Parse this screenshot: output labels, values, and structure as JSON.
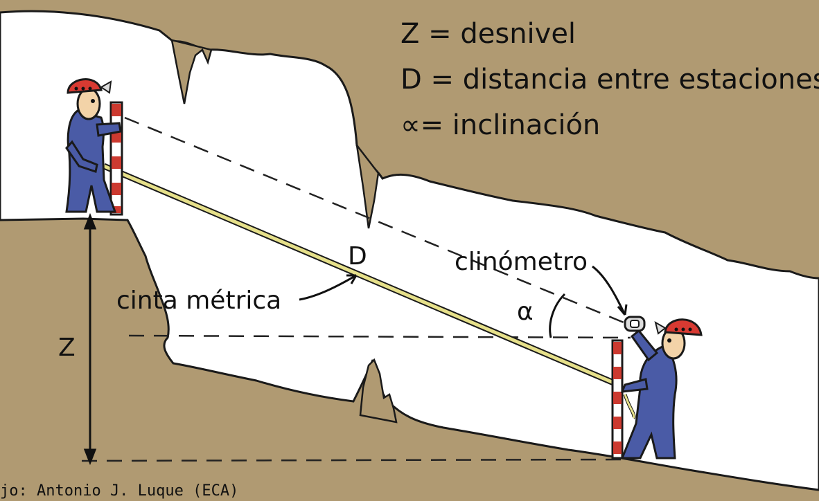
{
  "legend": {
    "z": "Z = desnivel",
    "d": "D = distancia entre estaciones",
    "alpha": "∝= inclinación"
  },
  "labels": {
    "tape": "cinta métrica",
    "distance": "D",
    "clinometer": "clinómetro",
    "drop": "Z",
    "angle": "α"
  },
  "credit": "jo: Antonio J. Luque (ECA)",
  "colors": {
    "rock": "#b09a72",
    "cave": "#ffffff",
    "figure_blue": "#4a5ba6",
    "helmet_red": "#d83a32",
    "tape_yellow": "#e6e08a",
    "pole_red": "#cc3a30",
    "skin": "#f3d3a8",
    "outline": "#1a1a1a"
  },
  "icons": [
    "caver-figure",
    "helmet",
    "measuring-pole",
    "clinometer",
    "measuring-tape"
  ]
}
